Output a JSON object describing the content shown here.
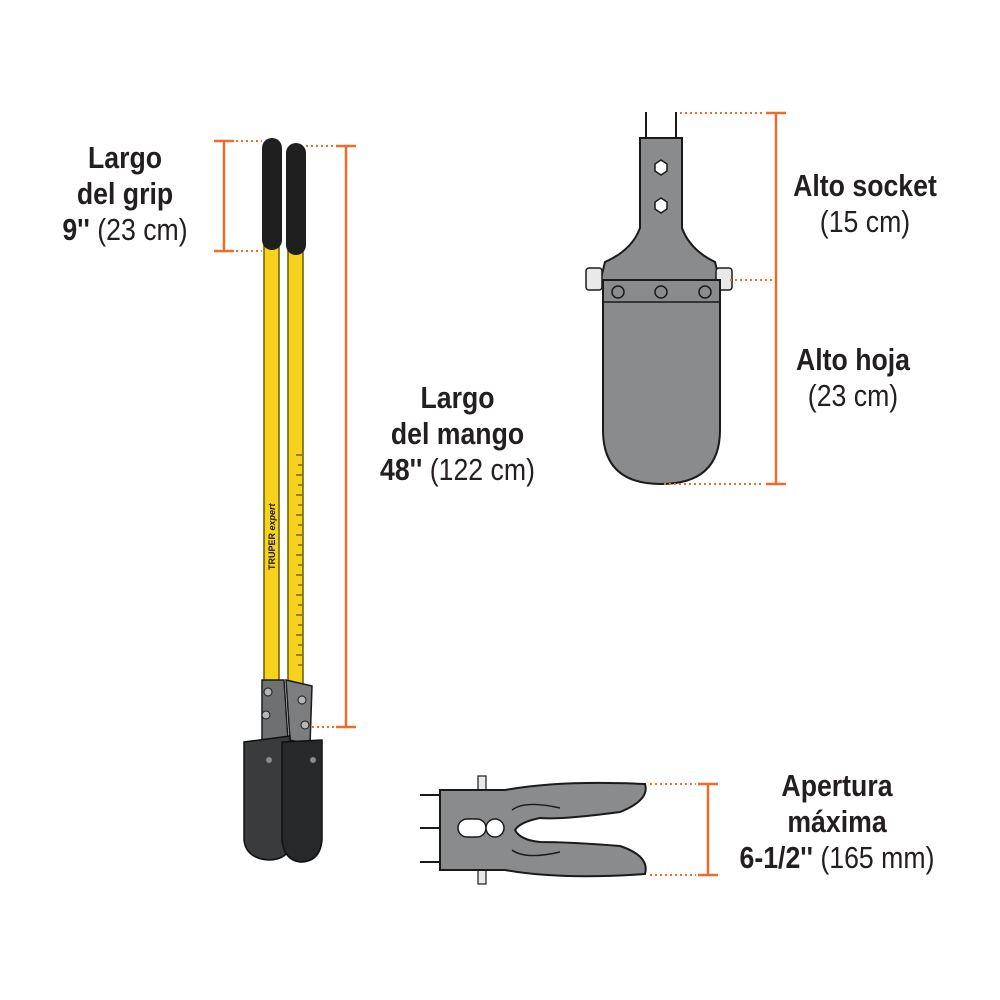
{
  "colors": {
    "accent": "#ef6b2c",
    "handle_yellow": "#f6d21d",
    "grip_black": "#1f1f1f",
    "blade_gray": "#8a8b8d",
    "outline": "#1a1a1a"
  },
  "brand": {
    "logo_text": "TRUPER",
    "logo_sub": "expert"
  },
  "labels": {
    "grip": {
      "l1": "Largo",
      "l2": "del grip",
      "value": "9''",
      "metric": "(23 cm)"
    },
    "handle": {
      "l1": "Largo",
      "l2": "del mango",
      "value": "48''",
      "metric": "(122 cm)"
    },
    "socket": {
      "l1": "Alto socket",
      "metric": "(15 cm)"
    },
    "blade": {
      "l1": "Alto hoja",
      "metric": "(23 cm)"
    },
    "opening": {
      "l1": "Apertura",
      "l2": "máxima",
      "value": "6-1/2''",
      "metric": "(165 mm)"
    }
  }
}
